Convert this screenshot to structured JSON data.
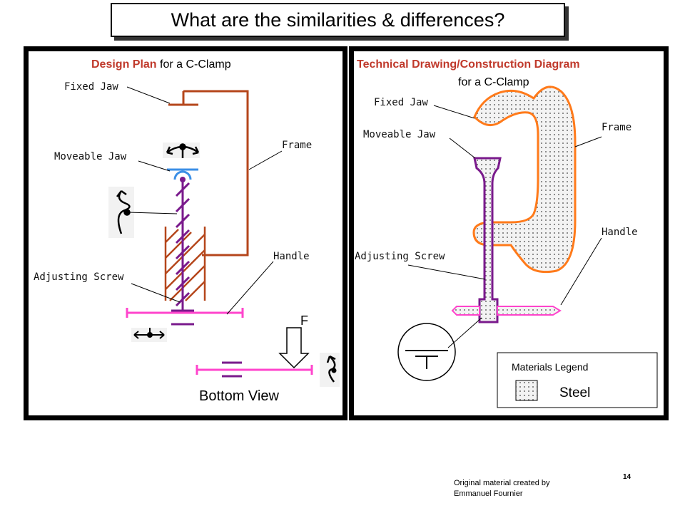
{
  "title": "What are the similarities & differences?",
  "left": {
    "heading_strong": "Design Plan",
    "heading_rest": " for a C-Clamp",
    "labels": {
      "fixed_jaw": "Fixed Jaw",
      "moveable_jaw": "Moveable Jaw",
      "frame": "Frame",
      "handle": "Handle",
      "adjusting_screw": "Adjusting Screw"
    },
    "force_label": "F",
    "bottom_view": "Bottom View"
  },
  "right": {
    "heading_strong": "Technical Drawing/Construction Diagram",
    "heading_line2": "for a C-Clamp",
    "labels": {
      "fixed_jaw": "Fixed Jaw",
      "moveable_jaw": "Moveable Jaw",
      "frame": "Frame",
      "handle": "Handle",
      "adjusting_screw": "Adjusting Screw"
    },
    "legend": {
      "title": "Materials Legend",
      "item": "Steel"
    }
  },
  "footer": {
    "credit_line1": "Original material created by",
    "credit_line2": "Emmanuel Fournier",
    "page_number": "14"
  },
  "colors": {
    "frame_left": "#b5461b",
    "screw": "#7a1a8c",
    "handle": "#ff44cc",
    "jaw_blue": "#3b8fe6",
    "frame_right": "#ff7a1a"
  }
}
